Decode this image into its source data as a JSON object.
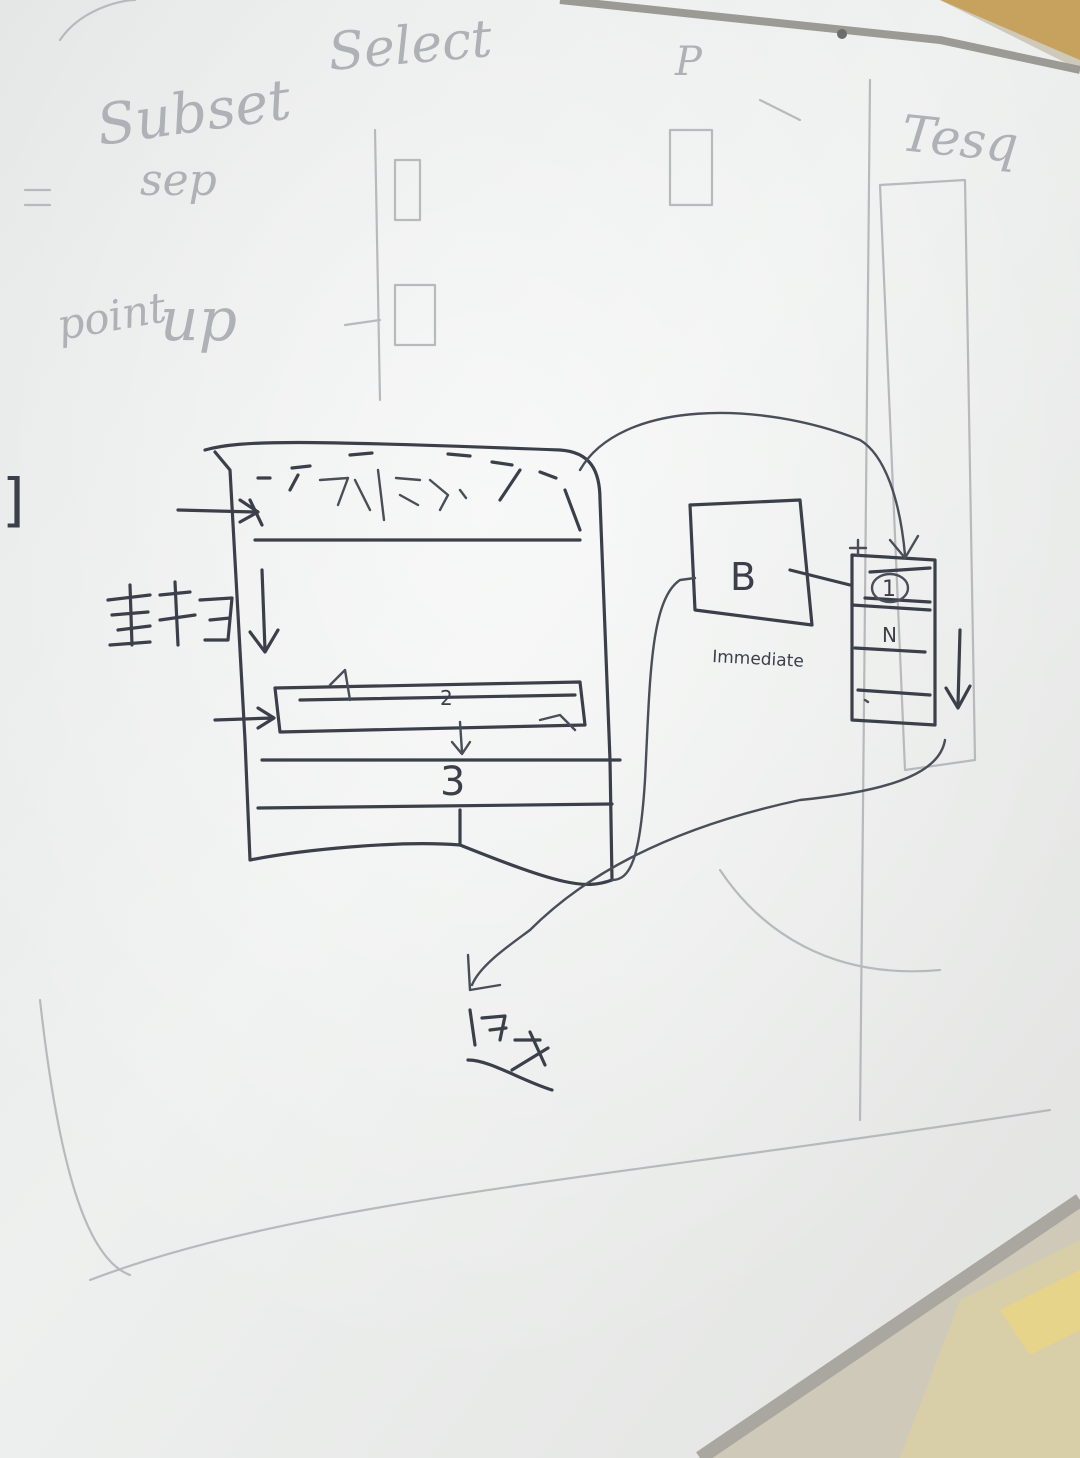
{
  "board": {
    "surface_color": "#eceeed",
    "frame_color": "#b9b9b4",
    "ink_color": "#3b3f4a",
    "ghost_color": "#b7b9bd"
  },
  "diagram": {
    "box_2_label": "2",
    "box_3_label": "3",
    "box_b_label": "B",
    "box_b_caption": "Immediate",
    "stack_label_1": "1",
    "stack_label_n": "N",
    "left_margin_mark": "]",
    "main_label_icon": "handwritten-chinese-word-icon",
    "bottom_label_icon": "handwritten-chinese-char-icon"
  },
  "erased_writing": {
    "word_1": "Subset",
    "word_2": "Select",
    "word_3": "P",
    "word_4": "Tesq",
    "word_5": "sep",
    "word_6": "point",
    "word_7": "up"
  }
}
